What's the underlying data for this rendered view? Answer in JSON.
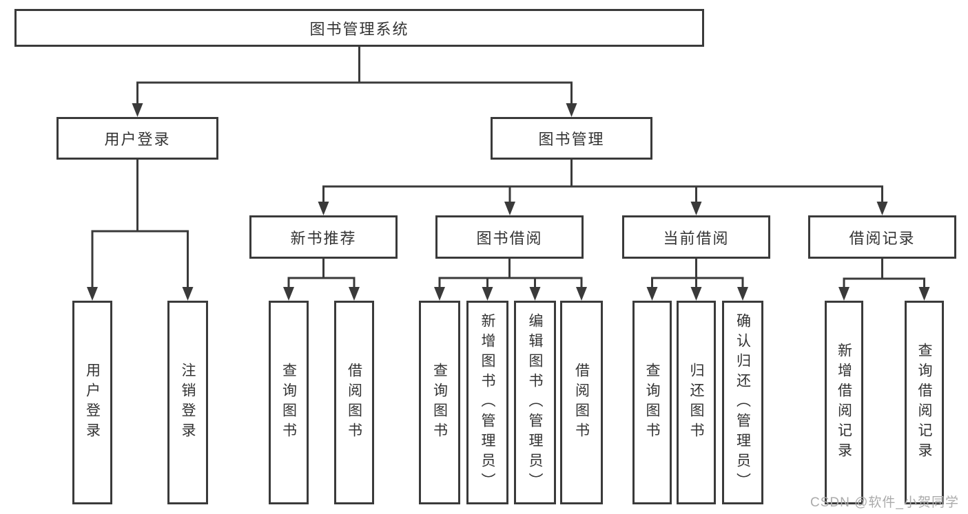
{
  "diagram": {
    "root": {
      "label": "图书管理系统"
    },
    "level2": {
      "user_login": {
        "label": "用户登录"
      },
      "book_mgmt": {
        "label": "图书管理"
      }
    },
    "level3": {
      "new_book": {
        "label": "新书推荐"
      },
      "borrow": {
        "label": "图书借阅"
      },
      "current": {
        "label": "当前借阅"
      },
      "records": {
        "label": "借阅记录"
      }
    },
    "leaves": {
      "user_login": {
        "label": "用户登录"
      },
      "logout": {
        "label": "注销登录"
      },
      "nb_query": {
        "label": "查询图书"
      },
      "nb_borrow": {
        "label": "借阅图书"
      },
      "bb_query": {
        "label": "查询图书"
      },
      "bb_add": {
        "label": "新增图书（管理员）"
      },
      "bb_edit": {
        "label": "编辑图书（管理员）"
      },
      "bb_borrow": {
        "label": "借阅图书"
      },
      "cb_query": {
        "label": "查询图书"
      },
      "cb_return": {
        "label": "归还图书"
      },
      "cb_confirm": {
        "label": "确认归还（管理员）"
      },
      "br_add": {
        "label": "新增借阅记录"
      },
      "br_query": {
        "label": "查询借阅记录"
      }
    }
  },
  "watermark": {
    "text": "CSDN @软件_小贺同学"
  },
  "colors": {
    "line": "#3a3a3a",
    "box_border": "#3a3a3a",
    "text": "#333333",
    "watermark": "#ababab",
    "background": "#ffffff"
  }
}
